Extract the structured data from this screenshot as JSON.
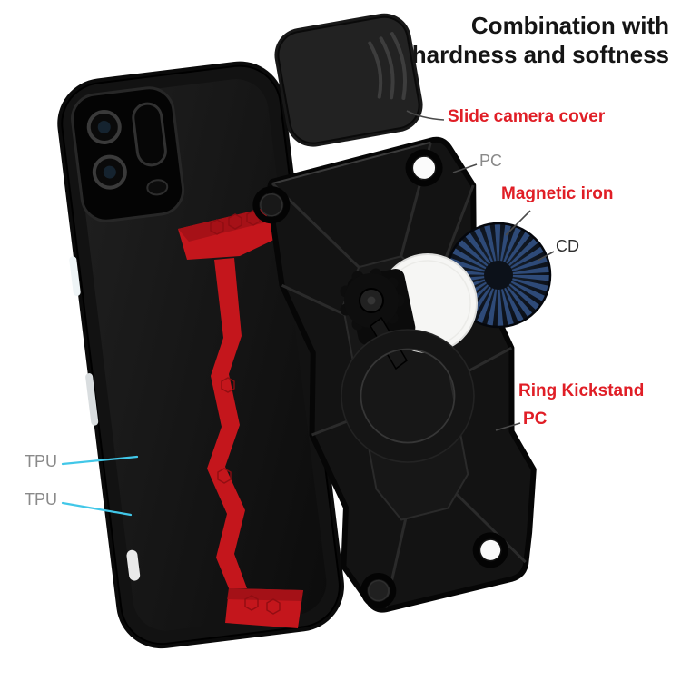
{
  "title": {
    "line1": "Combination with",
    "line2": "hardness and softness"
  },
  "labels": {
    "slide_camera_cover": "Slide camera cover",
    "pc_top": "PC",
    "magnetic_iron": "Magnetic iron",
    "cd": "CD",
    "ring_kickstand": "Ring Kickstand",
    "pc_bottom": "PC",
    "tpu_top": "TPU",
    "tpu_bottom": "TPU"
  },
  "colors": {
    "accent_red": "#e01e26",
    "label_gray": "#8a8a8a",
    "label_dark": "#2e2e2e",
    "title_color": "#151515",
    "callout_cyan": "#41c7e8",
    "callout_gray": "#4a4a4a",
    "case_red": "#c4161c",
    "magnet_blue": "#2e4a78"
  }
}
